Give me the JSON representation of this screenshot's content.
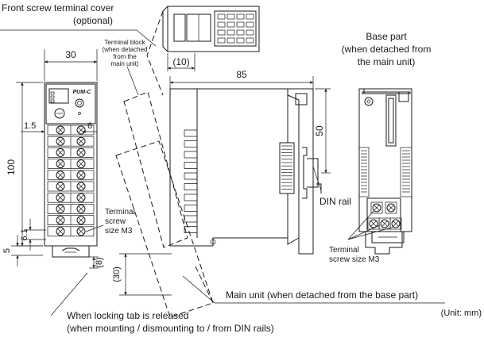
{
  "labels": {
    "front_cover_line1": "Front screw terminal cover",
    "front_cover_line2": "(optional)",
    "terminal_block_line1": "Terminal block",
    "terminal_block_line2": "(when detached",
    "terminal_block_line3": "from the",
    "terminal_block_line4": "main unit)",
    "base_part_line1": "Base part",
    "base_part_line2": "(when detached from",
    "base_part_line3": "the main unit)",
    "din_rail": "DIN rail",
    "screw_left_line1": "Terminal",
    "screw_left_line2": "screw",
    "screw_left_line3": "size M3",
    "screw_right_line1": "Terminal",
    "screw_right_line2": "screw size M3",
    "main_unit": "Main unit (when detached from the base part)",
    "unit": "(Unit: mm)",
    "locking_line1": "When locking tab is released",
    "locking_line2": "(when mounting / dismounting to / from DIN rails)",
    "brand": "PUM-C"
  },
  "dimensions": {
    "width_30": "30",
    "offset_10": "(10)",
    "depth_85": "85",
    "height_100": "100",
    "left_1_5": "1.5",
    "right_6": "6",
    "pitch_6_1": "6.1",
    "bottom_5": "5",
    "tab_8": "(8)",
    "travel_30": "(30)",
    "rail_50": "50"
  }
}
